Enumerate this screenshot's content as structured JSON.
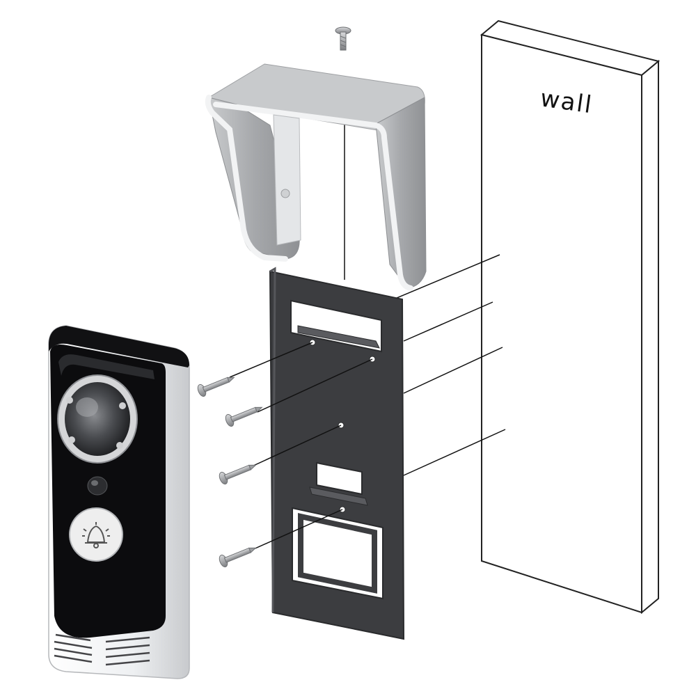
{
  "wall": {
    "label": "wall"
  },
  "colors": {
    "wall_stroke": "#222222",
    "guide_line": "#111111",
    "bracket_fill": "#3c3d40",
    "bracket_edge": "#2a2b2d",
    "cover_fill": "#a9abad",
    "cover_light": "#d6d8da",
    "cover_inner": "#f2f3f4",
    "screw_metal": "#9c9ea1",
    "doorbell_body": "#f4f5f6",
    "doorbell_face": "#0c0c0e",
    "lens_ring": "#d5d6d8",
    "button_fill": "#eeeeee"
  },
  "parts": [
    {
      "name": "rain-cover",
      "interactable": false
    },
    {
      "name": "mounting-bracket",
      "interactable": false
    },
    {
      "name": "doorbell-unit",
      "interactable": false
    },
    {
      "name": "wall-panel",
      "interactable": false
    }
  ],
  "screws": {
    "count": 5
  }
}
